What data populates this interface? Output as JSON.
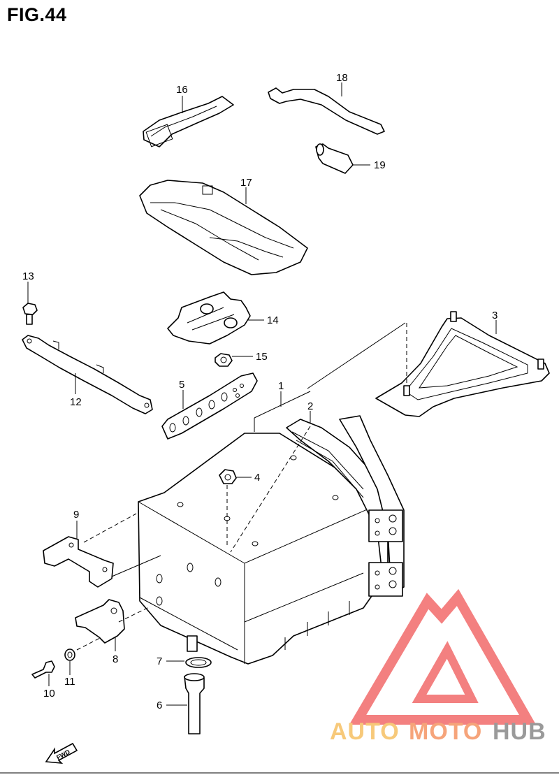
{
  "figure": {
    "title": "FIG.44"
  },
  "callouts": [
    {
      "id": "c1",
      "label": "1"
    },
    {
      "id": "c2",
      "label": "2"
    },
    {
      "id": "c3",
      "label": "3"
    },
    {
      "id": "c4",
      "label": "4"
    },
    {
      "id": "c5",
      "label": "5"
    },
    {
      "id": "c6",
      "label": "6"
    },
    {
      "id": "c7",
      "label": "7"
    },
    {
      "id": "c8",
      "label": "8"
    },
    {
      "id": "c9",
      "label": "9"
    },
    {
      "id": "c10",
      "label": "10"
    },
    {
      "id": "c11",
      "label": "11"
    },
    {
      "id": "c12",
      "label": "12"
    },
    {
      "id": "c13",
      "label": "13"
    },
    {
      "id": "c14",
      "label": "14"
    },
    {
      "id": "c15",
      "label": "15"
    },
    {
      "id": "c16",
      "label": "16"
    },
    {
      "id": "c17",
      "label": "17"
    },
    {
      "id": "c18",
      "label": "18"
    },
    {
      "id": "c19",
      "label": "19"
    }
  ],
  "direction_arrow": {
    "label": "FWD"
  },
  "watermark": {
    "words": [
      "AUTO",
      "MOTO",
      "HUB"
    ],
    "colors": {
      "auto": "#f7c97a",
      "moto": "#f6a47a",
      "hub": "#9a9a9a",
      "logo": "#f26a6a"
    }
  }
}
